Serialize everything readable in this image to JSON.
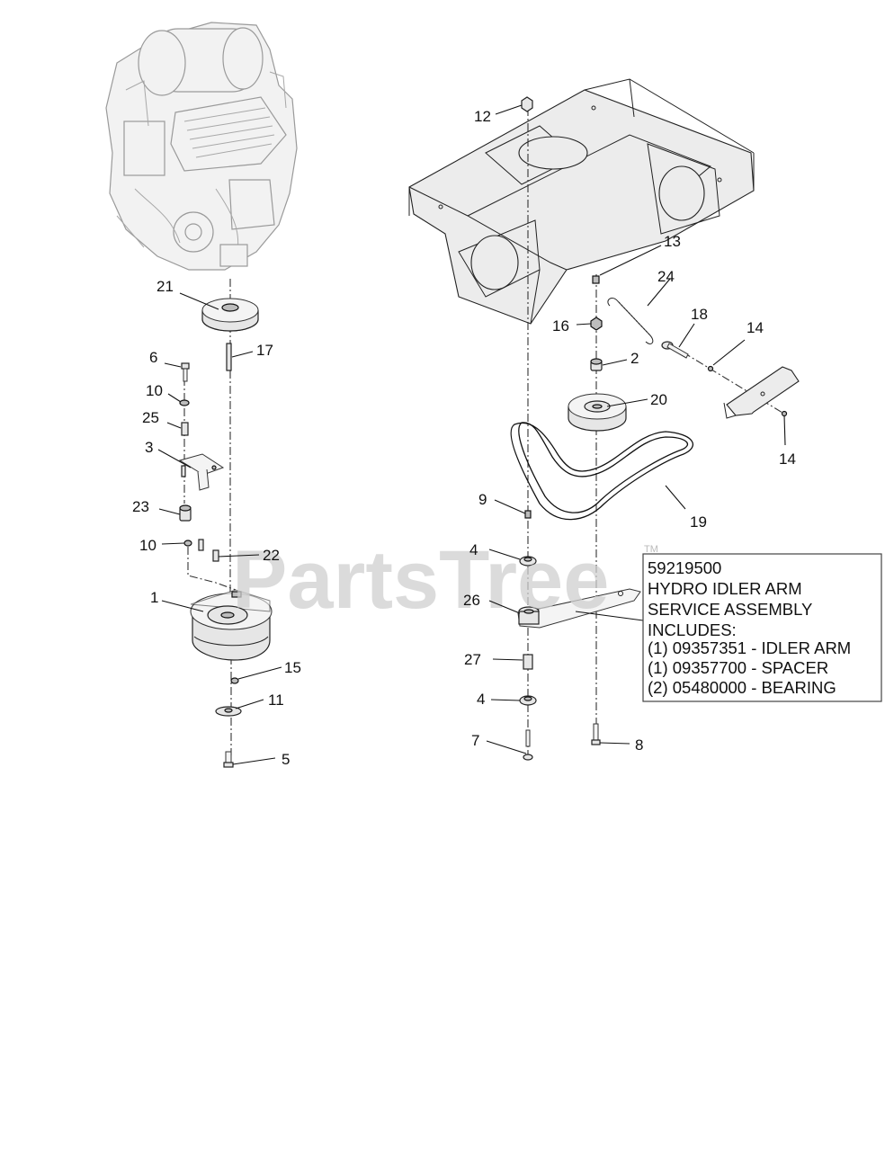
{
  "watermark": {
    "text": "PartsTree",
    "mark": "TM"
  },
  "callouts": [
    {
      "id": "c1",
      "label": "1"
    },
    {
      "id": "c2",
      "label": "2"
    },
    {
      "id": "c3",
      "label": "3"
    },
    {
      "id": "c4a",
      "label": "4"
    },
    {
      "id": "c4b",
      "label": "4"
    },
    {
      "id": "c5",
      "label": "5"
    },
    {
      "id": "c6",
      "label": "6"
    },
    {
      "id": "c7",
      "label": "7"
    },
    {
      "id": "c8",
      "label": "8"
    },
    {
      "id": "c9",
      "label": "9"
    },
    {
      "id": "c10a",
      "label": "10"
    },
    {
      "id": "c10b",
      "label": "10"
    },
    {
      "id": "c11",
      "label": "11"
    },
    {
      "id": "c12",
      "label": "12"
    },
    {
      "id": "c13",
      "label": "13"
    },
    {
      "id": "c14a",
      "label": "14"
    },
    {
      "id": "c14b",
      "label": "14"
    },
    {
      "id": "c15",
      "label": "15"
    },
    {
      "id": "c16",
      "label": "16"
    },
    {
      "id": "c17",
      "label": "17"
    },
    {
      "id": "c18",
      "label": "18"
    },
    {
      "id": "c19",
      "label": "19"
    },
    {
      "id": "c20",
      "label": "20"
    },
    {
      "id": "c21",
      "label": "21"
    },
    {
      "id": "c22",
      "label": "22"
    },
    {
      "id": "c23",
      "label": "23"
    },
    {
      "id": "c24",
      "label": "24"
    },
    {
      "id": "c25",
      "label": "25"
    },
    {
      "id": "c26",
      "label": "26"
    },
    {
      "id": "c27",
      "label": "27"
    }
  ],
  "infobox": {
    "lines": [
      "59219500",
      "HYDRO IDLER ARM",
      "SERVICE ASSEMBLY",
      "INCLUDES:",
      "(1) 09357351 - IDLER ARM",
      "(1) 09357700 - SPACER",
      "(2) 05480000 - BEARING"
    ]
  }
}
